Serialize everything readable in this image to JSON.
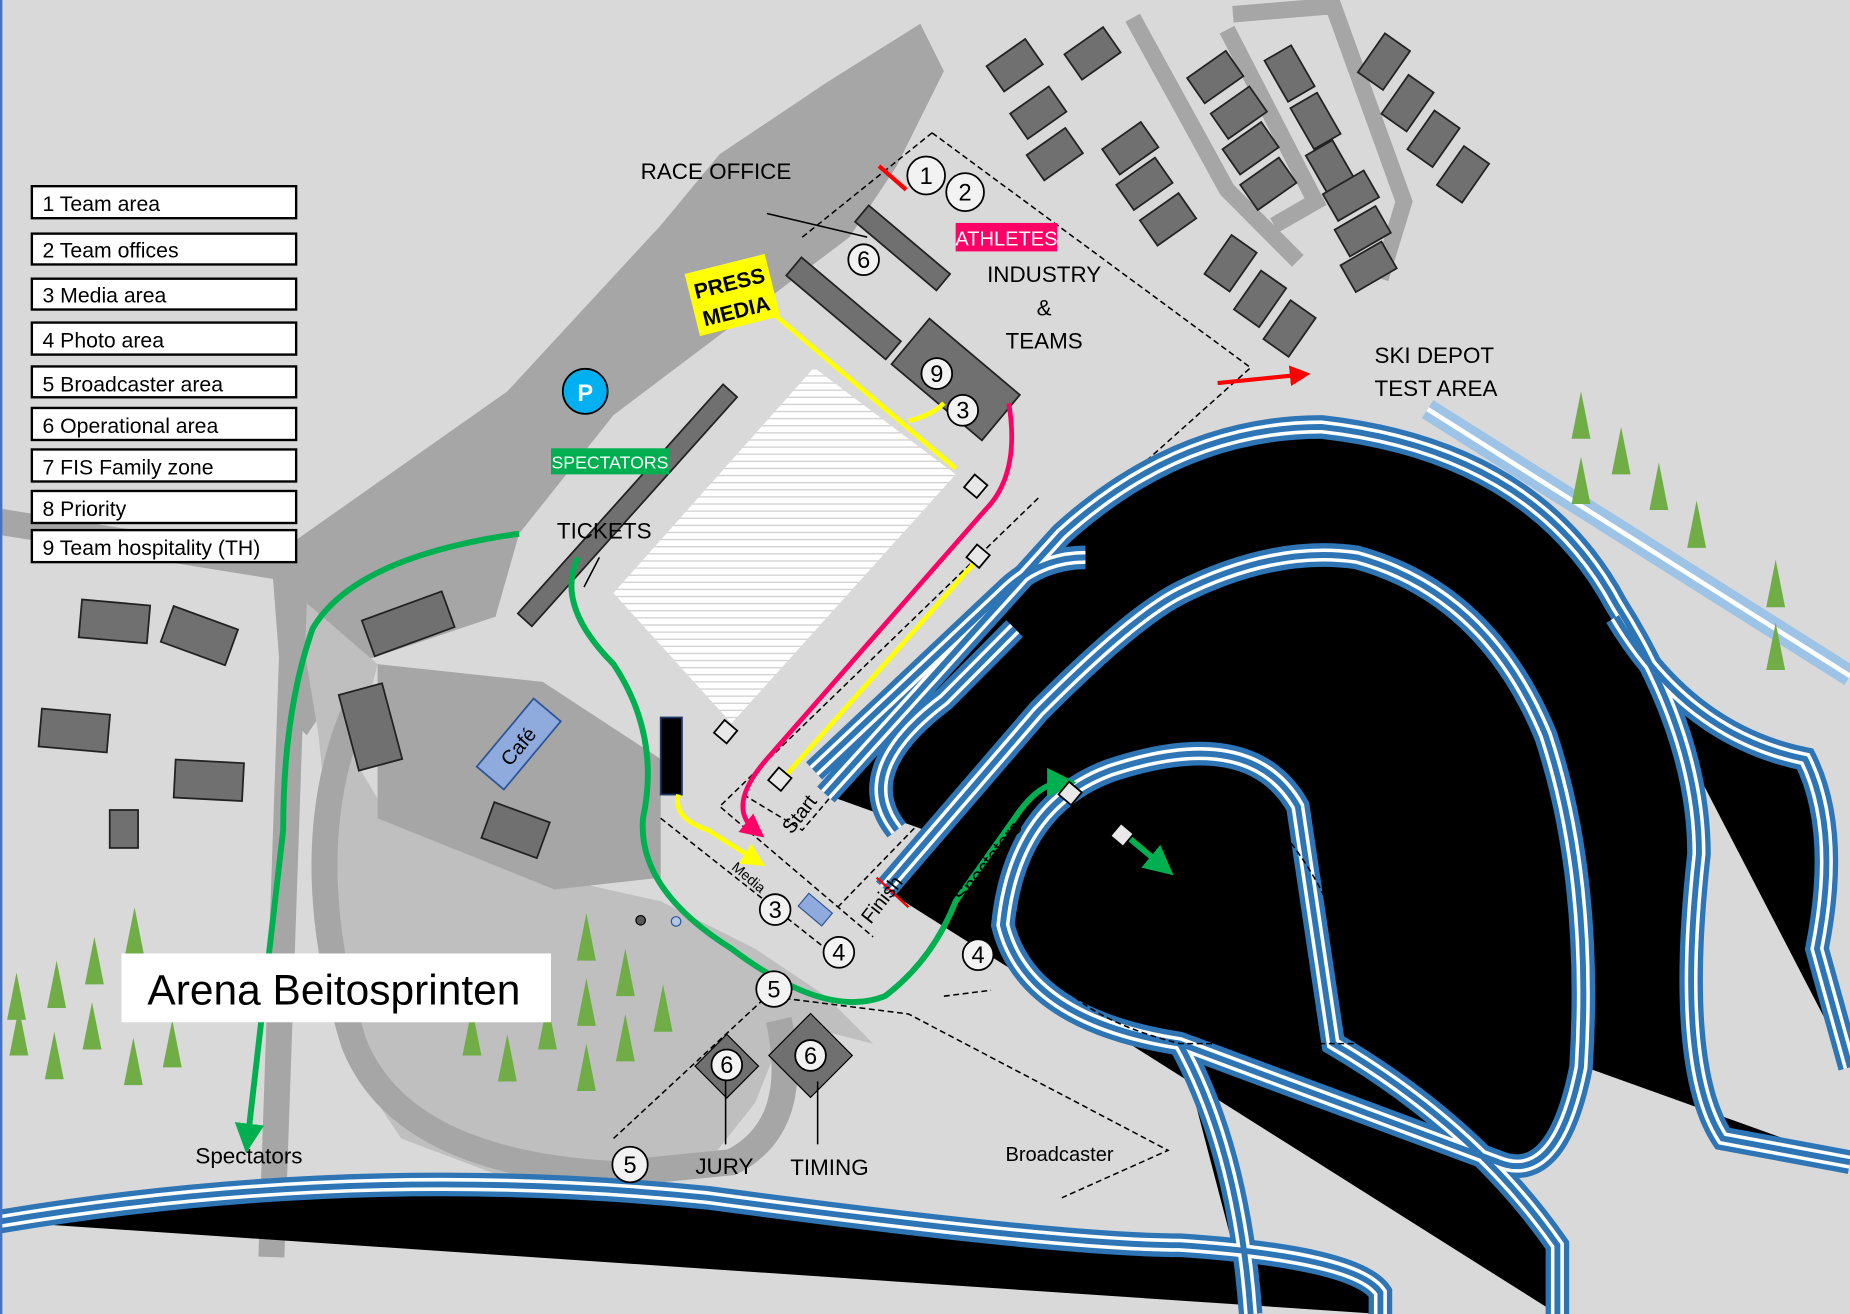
{
  "title": "Arena Beitosprinten",
  "legend": [
    "1 Team area",
    "2 Team offices",
    "3 Media area",
    "4 Photo area",
    "5 Broadcaster area",
    "6 Operational area",
    "7 FIS Family zone",
    "8 Priority",
    "9 Team hospitality (TH)"
  ],
  "labels": {
    "race_office": "RACE OFFICE",
    "athletes": "ATHLETES",
    "industry1": "INDUSTRY",
    "industry2": "&",
    "industry3": "TEAMS",
    "press1": "PRESS",
    "press2": "MEDIA",
    "ski_depot1": "SKI DEPOT",
    "ski_depot2": "TEST AREA",
    "spectators_tag": "SPECTATORS",
    "tickets": "TICKETS",
    "parking": "P",
    "cafe": "Café",
    "start": "Start",
    "finish": "Finish",
    "media": "Media",
    "spectators_path": "Spectators",
    "spectators_area": "Spectators",
    "spectators_bottom": "Spectators",
    "jury": "JURY",
    "timing": "TIMING",
    "broadcaster": "Broadcaster"
  },
  "markers": {
    "m1": "1",
    "m2": "2",
    "m6a": "6",
    "m9": "9",
    "m3a": "3",
    "m3b": "3",
    "m4a": "4",
    "m4b": "4",
    "m5a": "5",
    "m5b": "5",
    "m6b": "6",
    "m6c": "6"
  },
  "colors": {
    "track": "#2e75b6",
    "spectators": "#00b050",
    "athletes": "#ff0066",
    "media": "#ffff00",
    "parking": "#00b0f0"
  }
}
